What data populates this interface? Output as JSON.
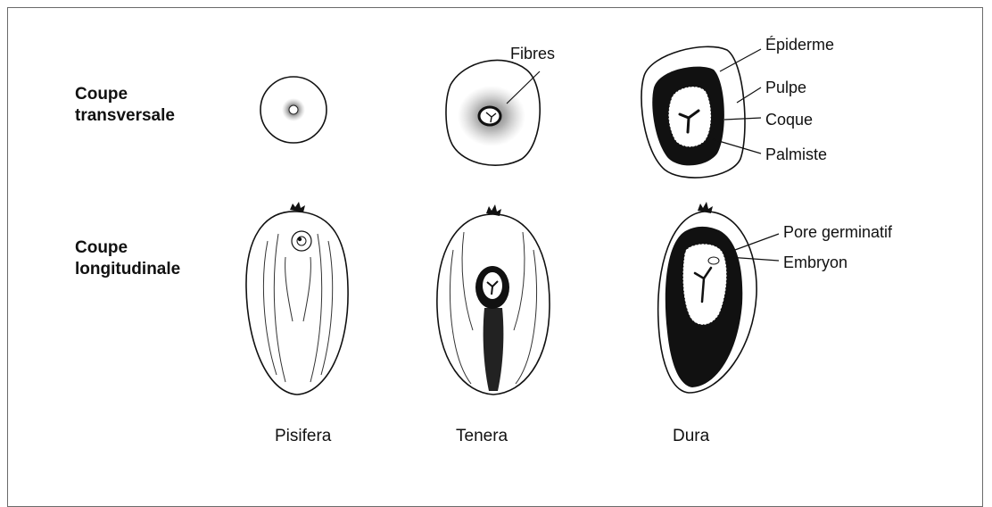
{
  "rows": {
    "transverse": [
      "Coupe",
      "transversale"
    ],
    "longitudinal": [
      "Coupe",
      "longitudinale"
    ]
  },
  "columns": [
    "Pisifera",
    "Tenera",
    "Dura"
  ],
  "parts": {
    "fibres": "Fibres",
    "epiderme": "Épiderme",
    "pulpe": "Pulpe",
    "coque": "Coque",
    "palmiste": "Palmiste",
    "pore": "Pore germinatif",
    "embryon": "Embryon"
  }
}
